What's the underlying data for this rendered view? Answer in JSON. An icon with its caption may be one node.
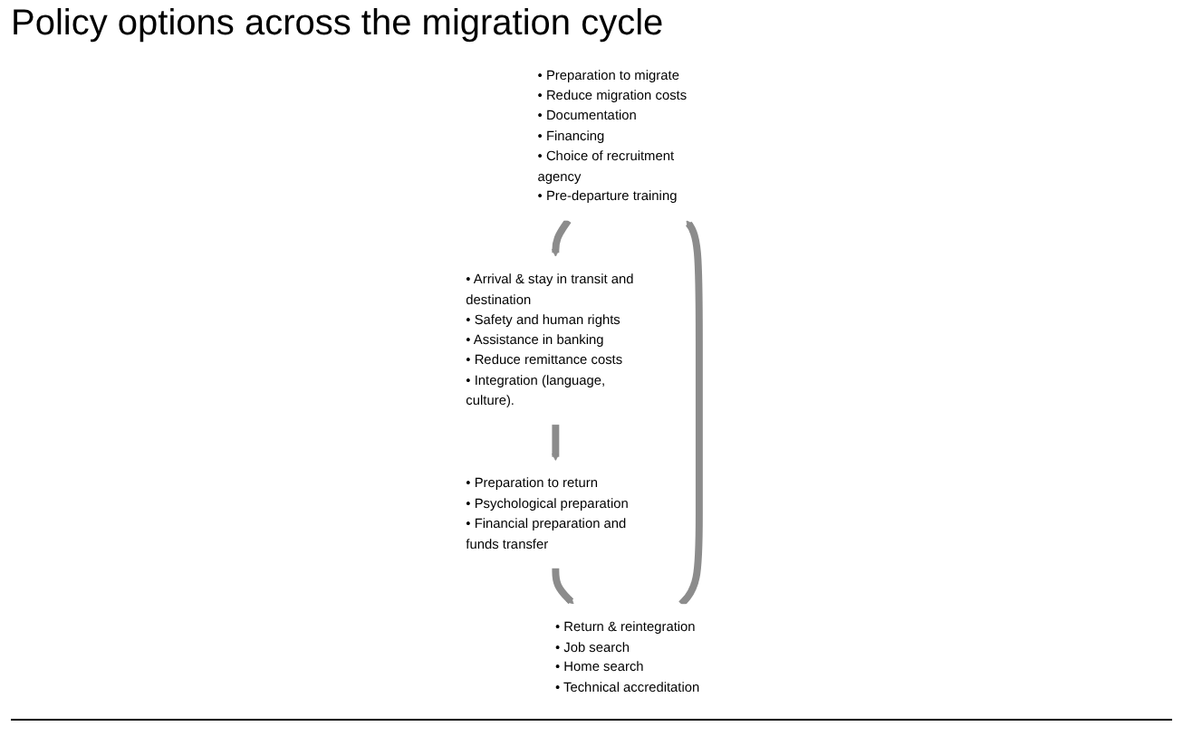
{
  "diagram": {
    "title": "Policy options across the migration cycle",
    "nodes": [
      {
        "text": [
          "• Preparation to migrate",
          "• Reduce migration costs",
          "• Documentation",
          "• Financing",
          "• Choice of recruitment agency",
          "• Pre-departure training"
        ]
      },
      {
        "text": [
          "• Arrival & stay in transit and destination",
          "• Safety and human rights",
          "• Assistance in banking",
          "• Reduce remittance costs",
          "• Integration (language, culture)."
        ]
      },
      {
        "text": [
          "• Preparation to return",
          "• Psychological preparation",
          "• Financial preparation and funds transfer"
        ]
      },
      {
        "text": [
          "• Return & reintegration",
          "• Job search",
          "• Home search",
          "• Technical accreditation"
        ]
      }
    ],
    "edges": [
      {
        "from": 0,
        "to": 1,
        "arrow": "to"
      },
      {
        "from": 1,
        "to": 2,
        "arrow": "to"
      },
      {
        "from": 2,
        "to": 3,
        "arrow": "to"
      },
      {
        "from": 3,
        "to": 0,
        "arrow": "to"
      }
    ]
  }
}
